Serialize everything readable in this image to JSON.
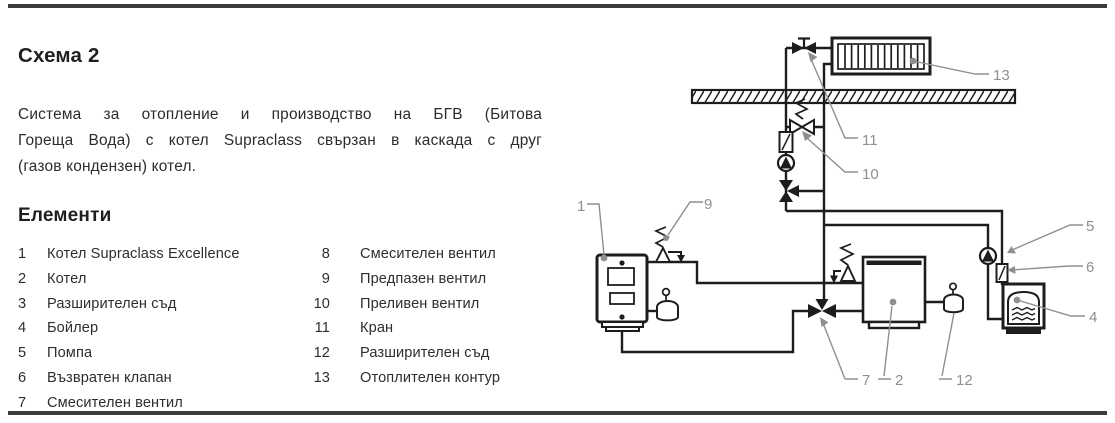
{
  "header": {
    "title": "Схема 2"
  },
  "description": {
    "line1": "Система за отопление и производство на БГВ (Битова",
    "line2": "Гореща Вода) с котел Supraclass свързан в каскада с друг",
    "line3": "(газов кондензен) котел."
  },
  "elements": {
    "heading": "Елементи",
    "col1": [
      {
        "num": "1",
        "label": "Котел Supraclass Excellence"
      },
      {
        "num": "2",
        "label": "Котел"
      },
      {
        "num": "3",
        "label": "Разширителен съд"
      },
      {
        "num": "4",
        "label": "Бойлер"
      },
      {
        "num": "5",
        "label": "Помпа"
      },
      {
        "num": "6",
        "label": "Възвратен клапан"
      },
      {
        "num": "7",
        "label": "Смесителен вентил"
      }
    ],
    "col2": [
      {
        "num": "8",
        "label": "Смесителен вентил"
      },
      {
        "num": "9",
        "label": "Предпазен вентил"
      },
      {
        "num": "10",
        "label": "Преливен вентил"
      },
      {
        "num": "11",
        "label": "Кран"
      },
      {
        "num": "12",
        "label": "Разширителен съд"
      },
      {
        "num": "13",
        "label": "Отоплителен контур"
      }
    ]
  },
  "diagram": {
    "callouts": {
      "boiler1": "1",
      "boiler2": "2",
      "dhw_tank": "4",
      "pump": "5",
      "check_valve": "6",
      "mixing_valve7": "7",
      "safety_valve9": "9",
      "overflow_valve10": "10",
      "tap11": "11",
      "expansion_tank12": "12",
      "heating_circuit13": "13"
    }
  },
  "colors": {
    "line": "#1d1d1d",
    "leader": "#8f8f8f",
    "text": "#2e2e2e",
    "rule": "#3b3b3b"
  }
}
